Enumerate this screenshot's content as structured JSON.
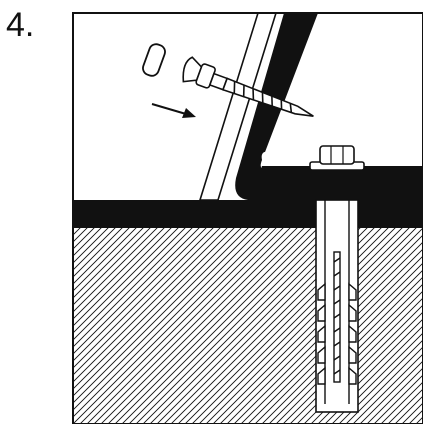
{
  "step": {
    "number": "4."
  },
  "colors": {
    "ink": "#111111",
    "paper": "#ffffff"
  },
  "icons": {
    "screw-cap": "cap",
    "screw": "screw",
    "direction-arrow": "arrow-right",
    "anchor-bolt": "bolt",
    "wall-plug": "expansion-anchor"
  }
}
